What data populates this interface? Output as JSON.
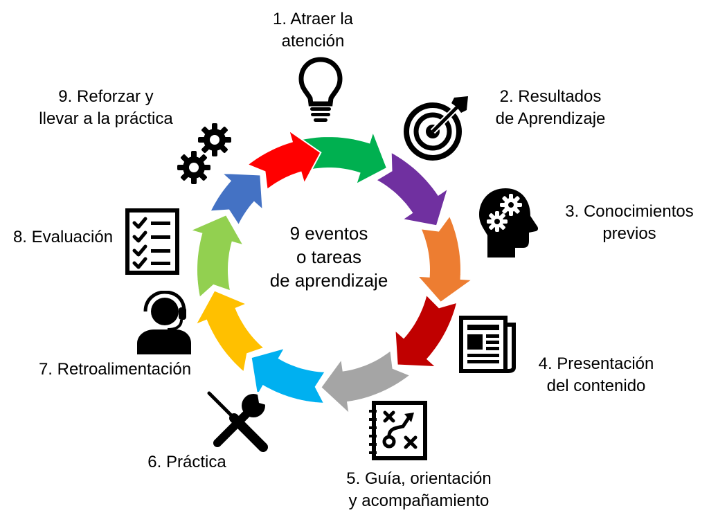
{
  "center": {
    "line1": "9 eventos",
    "line2": "o tareas",
    "line3": "de aprendizaje"
  },
  "steps": [
    {
      "line1": "1. Atraer la",
      "line2": "atención",
      "color": "#00b050",
      "icon": "lightbulb-icon"
    },
    {
      "line1": "2. Resultados",
      "line2": "de Aprendizaje",
      "color": "#7030a0",
      "icon": "target-icon"
    },
    {
      "line1": "3. Conocimientos",
      "line2": "previos",
      "color": "#ed7d31",
      "icon": "head-gears-icon"
    },
    {
      "line1": "4. Presentación",
      "line2": "del contenido",
      "color": "#c00000",
      "icon": "newspaper-icon"
    },
    {
      "line1": "5. Guía, orientación",
      "line2": "y acompañamiento",
      "color": "#a5a5a5",
      "icon": "strategy-board-icon"
    },
    {
      "line1": "6. Práctica",
      "line2": "",
      "color": "#00b0f0",
      "icon": "tools-icon"
    },
    {
      "line1": "7. Retroalimentación",
      "line2": "",
      "color": "#ffc000",
      "icon": "headset-person-icon"
    },
    {
      "line1": "8. Evaluación",
      "line2": "",
      "color": "#92d050",
      "icon": "checklist-icon"
    },
    {
      "line1": "9. Reforzar y",
      "line2": "llevar a la práctica",
      "color": "#ff0000",
      "icon": "gears-icon"
    }
  ],
  "blue_arrow_color": "#4472c4"
}
